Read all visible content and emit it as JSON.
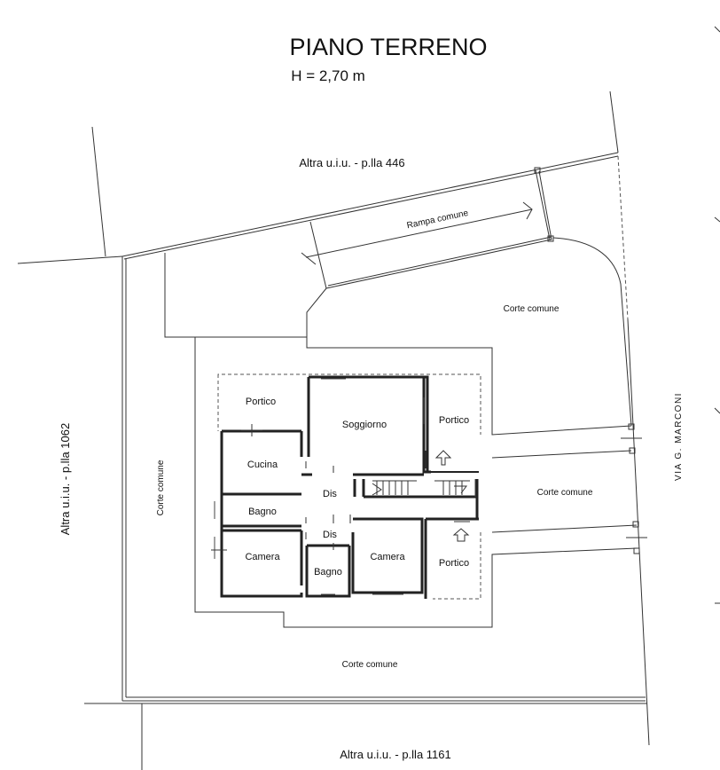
{
  "header": {
    "title": "PIANO TERRENO",
    "height": "H = 2,70 m"
  },
  "boundaries": {
    "top": "Altra u.i.u.  - p.lla 446",
    "left": "Altra u.i.u.  - p.lla 1062",
    "bottom": "Altra u.i.u.  - p.lla 1161",
    "street": "VIA G. MARCONI"
  },
  "areas": {
    "ramp": "Rampa comune",
    "court_ne": "Corte comune",
    "court_w": "Corte comune",
    "court_e": "Corte comune",
    "court_s": "Corte comune"
  },
  "rooms": {
    "portico_nw": "Portico",
    "soggiorno": "Soggiorno",
    "portico_ne": "Portico",
    "cucina": "Cucina",
    "dis_1": "Dis",
    "bagno_1": "Bagno",
    "dis_2": "Dis",
    "camera_1": "Camera",
    "bagno_2": "Bagno",
    "camera_2": "Camera",
    "portico_se": "Portico"
  }
}
